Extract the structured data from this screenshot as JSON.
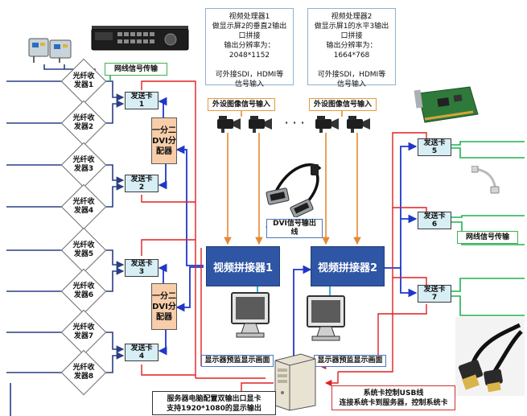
{
  "transceivers": [
    {
      "label": "光纤收\n发器1"
    },
    {
      "label": "光纤收\n发器2"
    },
    {
      "label": "光纤收\n发器3"
    },
    {
      "label": "光纤收\n发器4"
    },
    {
      "label": "光纤收\n发器5"
    },
    {
      "label": "光纤收\n发器6"
    },
    {
      "label": "光纤收\n发器7"
    },
    {
      "label": "光纤收\n发器8"
    }
  ],
  "send_cards": [
    {
      "label": "发送卡\n1"
    },
    {
      "label": "发送卡\n2"
    },
    {
      "label": "发送卡\n3"
    },
    {
      "label": "发送卡\n4"
    },
    {
      "label": "发送卡\n5"
    },
    {
      "label": "发送卡\n6"
    },
    {
      "label": "发送卡\n7"
    }
  ],
  "dvi_splitter_label": "一分二\nDVI分\n配器",
  "splicers": [
    {
      "label": "视频拼接器1"
    },
    {
      "label": "视频拼接器2"
    }
  ],
  "processor_info": [
    {
      "text": "视频处理器1\n做显示屏2的垂直2输出\n口拼接\n输出分辨率为：\n2048*1152\n\n可外接SDI，HDMI等\n信号输入"
    },
    {
      "text": "视频处理器2\n做显示屏1的水平3输出\n口拼接\n输出分辨率为：\n1664*768\n\n可外接SDI，HDMI等\n信号输入"
    }
  ],
  "labels": {
    "network_left": "网线信号传输",
    "network_right": "网线信号传输",
    "external_input_1": "外设图像信号输入",
    "external_input_2": "外设图像信号输入",
    "ellipsis": "·  ·  ·",
    "dvi_output": "DVI信号输出\n线",
    "monitor_preview_1": "显示器预监显示画面",
    "monitor_preview_2": "显示器预监显示画面",
    "usb_line": "系统卡控制USB线\n连接系统卡到服务器，控制系统卡",
    "server_note": "服务器电脑配置双输出口显卡\n支持1920*1080的显示输出"
  },
  "colors": {
    "fiber_line": "#2a3d86",
    "dvi_line": "#1f37c8",
    "red_line": "#e02020",
    "green_line": "#20b050",
    "orange_line": "#e58a32",
    "splicer_fill": "#2f56a5",
    "card_fill": "#d7eef5",
    "splitter_fill": "#f7cea9"
  },
  "icons": {
    "camera": "video-camera-icon",
    "monitor": "monitor-icon",
    "server": "server-tower-icon",
    "dvi_cable": "dvi-cable-icon",
    "usb_cable": "usb-cable-icon",
    "network_cable": "network-cable-icon",
    "control_card": "control-card-icon",
    "fiber_device": "fiber-transceiver-device-icon",
    "processor": "video-processor-device-icon"
  }
}
